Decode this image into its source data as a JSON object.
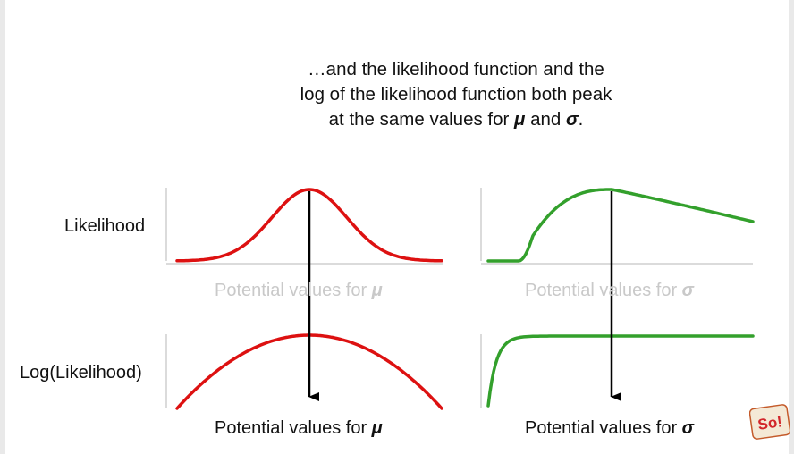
{
  "caption": {
    "line1": "…and the likelihood function and the",
    "line2": "log of the likelihood function both peak",
    "line3_prefix": "at the same values for ",
    "mu": "μ",
    "and": " and ",
    "sigma": "σ",
    "period": "."
  },
  "rows": {
    "likelihood_label": "Likelihood",
    "log_likelihood_label": "Log(Likelihood)"
  },
  "axis_labels": {
    "prefix": "Potential values for ",
    "mu": "μ",
    "sigma": "σ"
  },
  "colors": {
    "mu_curve": "#dd1111",
    "sigma_curve": "#33a02c",
    "axis": "#cfcfcf",
    "arrow": "#000000",
    "faded_text": "#c9c9c9"
  },
  "badge": {
    "text": "So!",
    "icon": "statquest-badge-icon"
  }
}
